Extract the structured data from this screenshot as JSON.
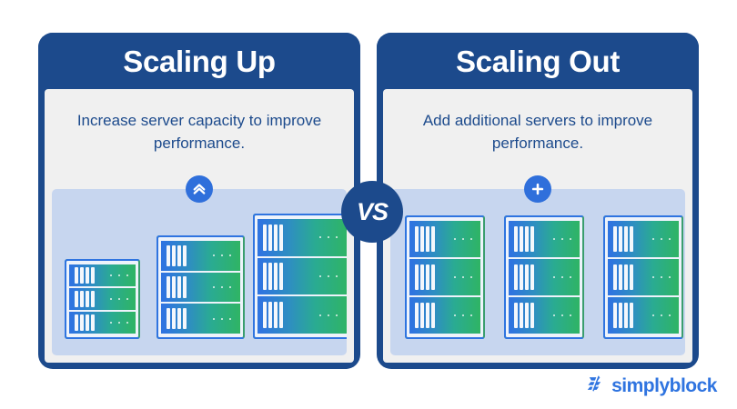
{
  "meta": {
    "graphic_type": "comparison-infographic",
    "colors": {
      "navy": "#1c4a8c",
      "blue_accent": "#2f74e0",
      "panel_blue": "#c7d6ef",
      "body_gray": "#f0f0f0",
      "green": "#2fb464",
      "white": "#ffffff"
    }
  },
  "cards": [
    {
      "id": "scaling-up",
      "title": "Scaling Up",
      "description": "Increase server capacity to improve performance.",
      "badge_icon": "double-chevron-up-icon",
      "racks": [
        {
          "units": 3,
          "bars": 4,
          "dots": 3,
          "size": "small"
        },
        {
          "units": 3,
          "bars": 4,
          "dots": 3,
          "size": "medium"
        },
        {
          "units": 3,
          "bars": 4,
          "dots": 3,
          "size": "large"
        }
      ],
      "has_connector": false
    },
    {
      "id": "scaling-out",
      "title": "Scaling Out",
      "description": "Add additional servers to improve performance.",
      "badge_icon": "plus-icon",
      "racks": [
        {
          "units": 3,
          "bars": 4,
          "dots": 3,
          "size": "equal"
        },
        {
          "units": 3,
          "bars": 4,
          "dots": 3,
          "size": "equal"
        },
        {
          "units": 3,
          "bars": 4,
          "dots": 3,
          "size": "equal"
        }
      ],
      "has_connector": true
    }
  ],
  "vs_badge": {
    "label": "VS"
  },
  "footer": {
    "logo_mark": "simplyblock-mark-icon",
    "logo_text": "simplyblock"
  }
}
